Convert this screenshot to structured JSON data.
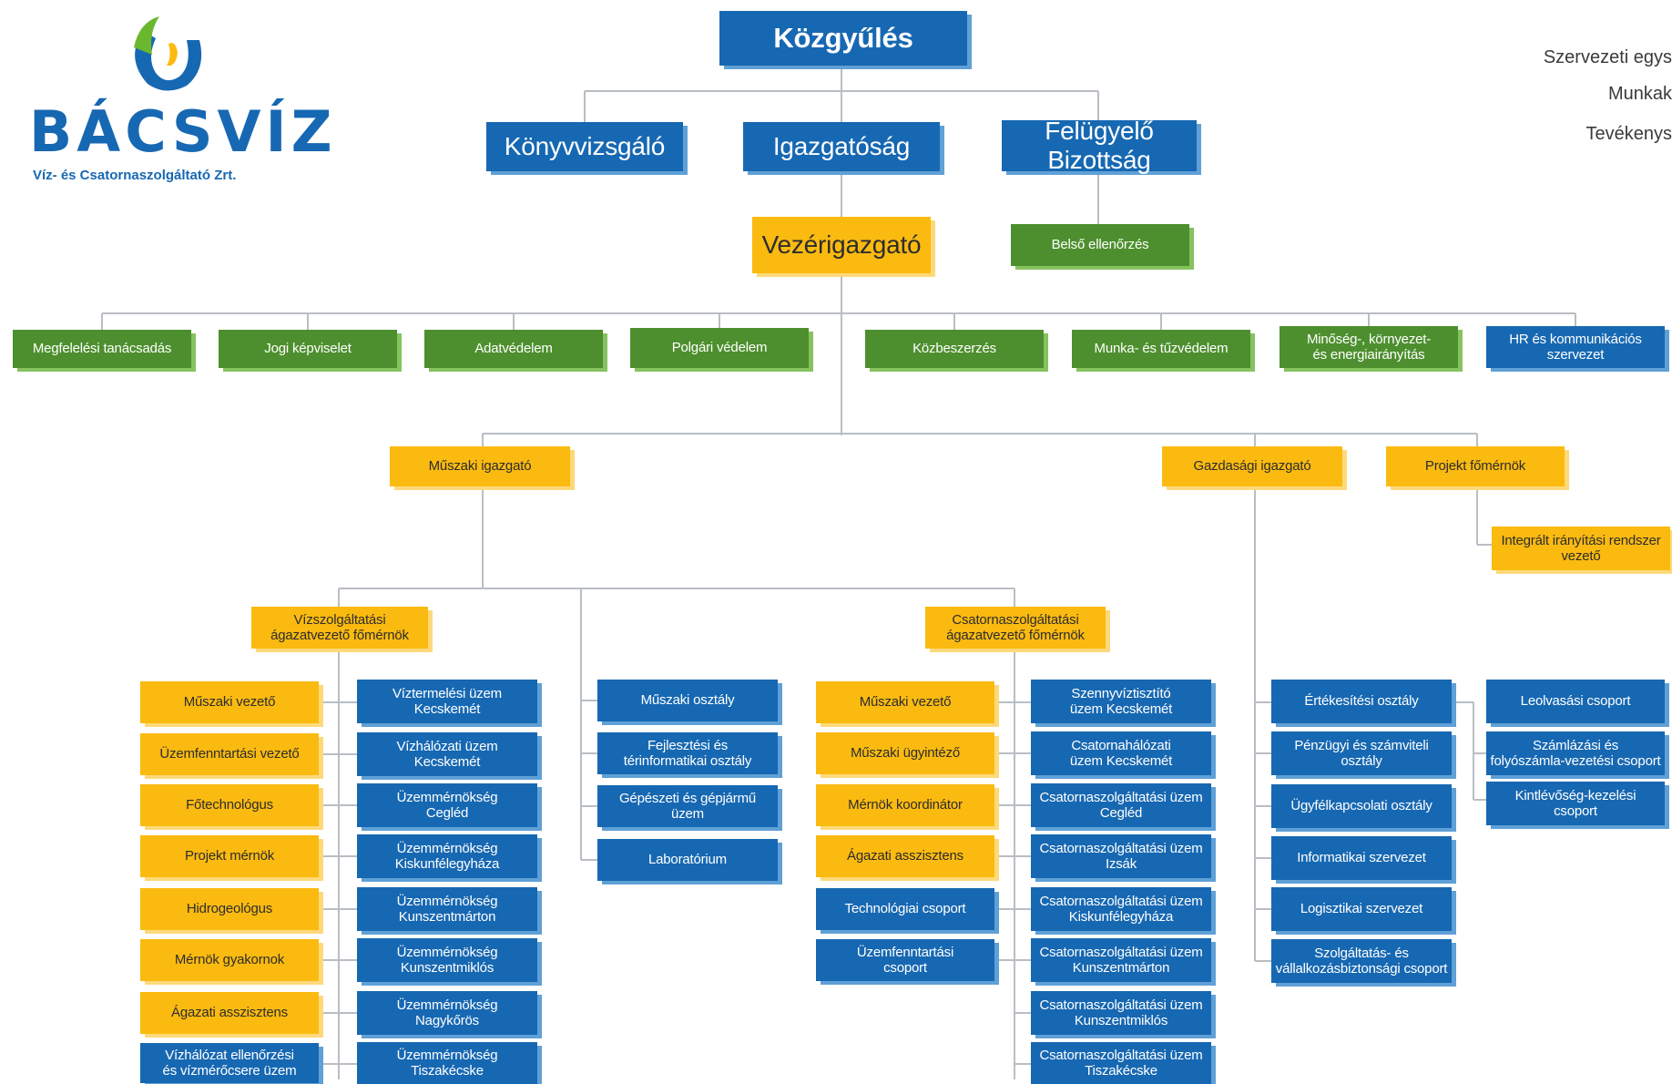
{
  "logo": {
    "name": "BÁCSVÍZ",
    "subtitle": "Víz- és Csatornaszolgáltató Zrt."
  },
  "legend": [
    "Szervezeti egys",
    "Munkak",
    "Tevékenys"
  ],
  "colors": {
    "blue": "#1768b2",
    "yellow": "#fbba10",
    "green": "#4d8f2e",
    "line": "#b9bec4"
  },
  "org": {
    "top": {
      "kozgyules": "Közgyűlés",
      "konyvvizsgalo": "Könyvvizsgáló",
      "igazgatosag": "Igazgatóság",
      "felugyelo": "Felügyelő Bizottság",
      "vezerigazgato": "Vezérigazgató",
      "belso": "Belső ellenőrzés"
    },
    "staff": [
      "Megfelelési tanácsadás",
      "Jogi képviselet",
      "Adatvédelem",
      "Polgári védelem",
      "Közbeszerzés",
      "Munka- és tűzvédelem",
      "Minőség-, környezet-\nés energiairányítás",
      "HR és kommunikációs\nszervezet"
    ],
    "directors": {
      "muszaki": "Műszaki igazgató",
      "gazdasagi": "Gazdasági igazgató",
      "projekt": "Projekt főmérnök",
      "integralt": "Integrált irányítási rendszer\nvezető"
    },
    "vizs": {
      "head": "Vízszolgáltatási\nágazatvezető főmérnök",
      "left": [
        "Műszaki vezető",
        "Üzemfenntartási vezető",
        "Főtechnológus",
        "Projekt mérnök",
        "Hidrogeológus",
        "Mérnök gyakornok",
        "Ágazati asszisztens",
        "Vízhálózat ellenőrzési\nés vízmérőcsere üzem"
      ],
      "right": [
        "Víztermelési üzem\nKecskemét",
        "Vízhálózati üzem\nKecskemét",
        "Üzemmérnökség\nCegléd",
        "Üzemmérnökség\nKiskunfélegyháza",
        "Üzemmérnökség\nKunszentmárton",
        "Üzemmérnökség\nKunszentmiklós",
        "Üzemmérnökség\nNagykőrös",
        "Üzemmérnökség\nTiszakécske"
      ]
    },
    "muszaki_units": [
      "Műszaki osztály",
      "Fejlesztési és\ntérinformatikai osztály",
      "Gépészeti és gépjármű\nüzem",
      "Laboratórium"
    ],
    "csat": {
      "head": "Csatornaszolgáltatási\nágazatvezető főmérnök",
      "left": [
        "Műszaki vezető",
        "Műszaki ügyintéző",
        "Mérnök koordinátor",
        "Ágazati asszisztens",
        "Technológiai csoport",
        "Üzemfenntartási\ncsoport"
      ],
      "right": [
        "Szennyvíztisztító\nüzem Kecskemét",
        "Csatornahálózati\nüzem Kecskemét",
        "Csatornaszolgáltatási üzem\nCegléd",
        "Csatornaszolgáltatási üzem\nIzsák",
        "Csatornaszolgáltatási üzem\nKiskunfélegyháza",
        "Csatornaszolgáltatási üzem\nKunszentmárton",
        "Csatornaszolgáltatási üzem\nKunszentmiklós",
        "Csatornaszolgáltatási üzem\nTiszakécske"
      ]
    },
    "gazd_units": [
      "Értékesítési osztály",
      "Pénzügyi és számviteli\nosztály",
      "Ügyfélkapcsolati osztály",
      "Informatikai szervezet",
      "Logisztikai szervezet",
      "Szolgáltatás- és\nvállalkozásbiztonsági csoport"
    ],
    "ertek_units": [
      "Leolvasási csoport",
      "Számlázási és\nfolyószámla-vezetési csoport",
      "Kintlévőség-kezelési\ncsoport"
    ]
  }
}
